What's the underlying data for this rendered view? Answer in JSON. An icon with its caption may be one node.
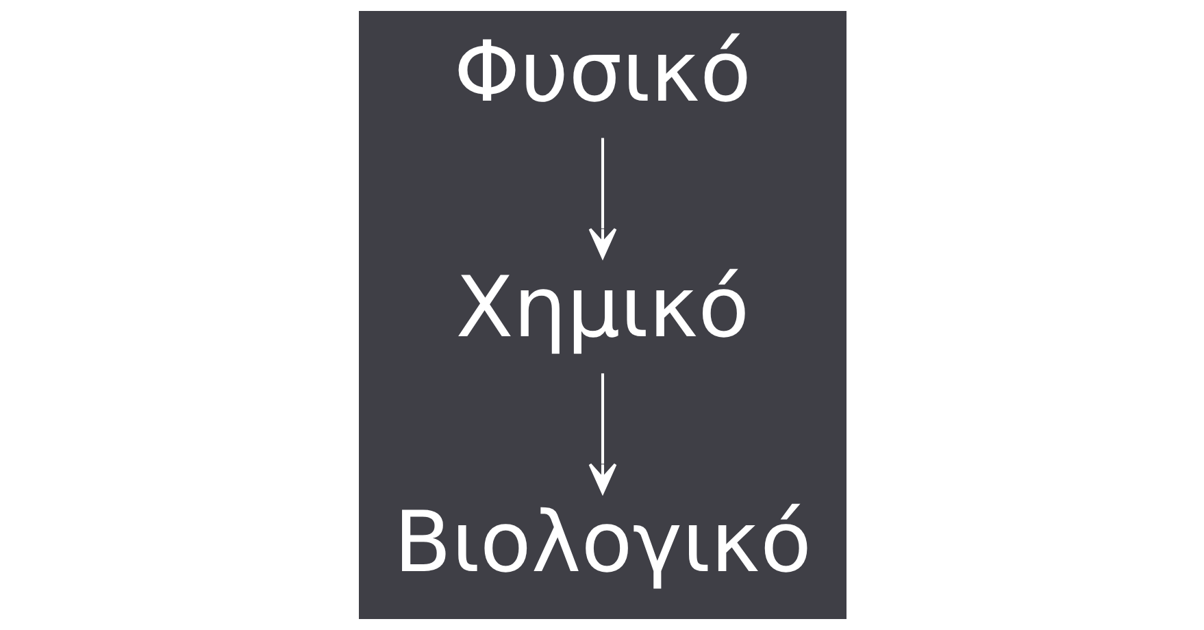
{
  "diagram": {
    "nodes": [
      {
        "text": [
          "Φυσικό"
        ]
      },
      {
        "text": [
          "Χημικό"
        ]
      },
      {
        "text": [
          "Βιολογικό"
        ]
      }
    ],
    "edges": [
      {
        "from": 0,
        "to": 1,
        "arrow": "to"
      },
      {
        "from": 1,
        "to": 2,
        "arrow": "to"
      }
    ]
  }
}
